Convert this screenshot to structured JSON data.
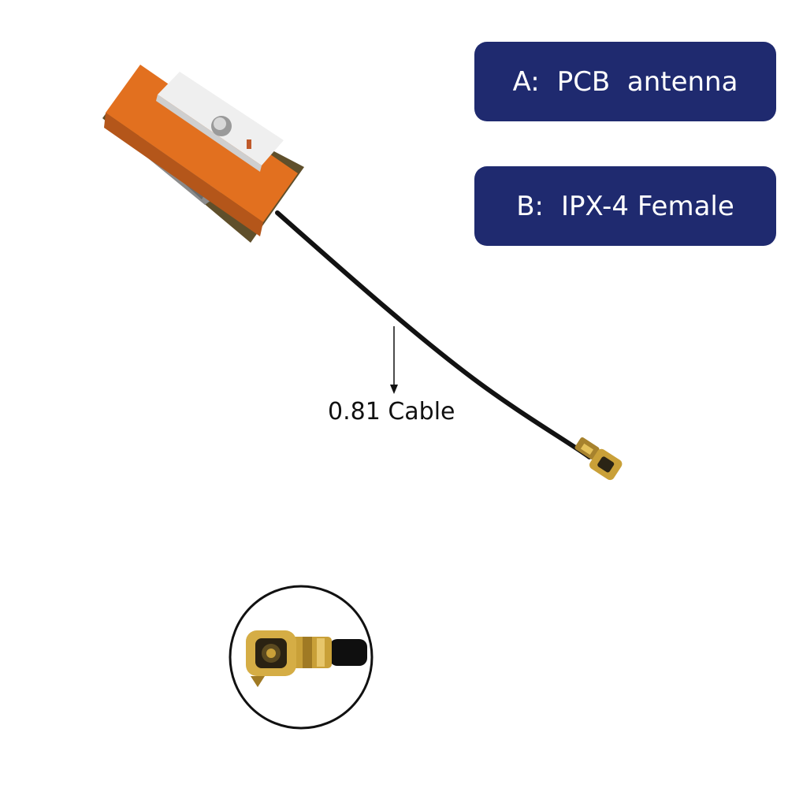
{
  "colors": {
    "label_bg": "#1f2a6f",
    "label_text": "#ffffff",
    "antenna_orange": "#e2701f",
    "cable": "#121212",
    "connector_gold": "#c9a038"
  },
  "labels": {
    "a": {
      "prefix": "A:",
      "text": "PCB  antenna"
    },
    "b": {
      "prefix": "B:",
      "text": "IPX-4 Female"
    }
  },
  "cable_label": "0.81 Cable",
  "icons": {
    "antenna": "pcb-antenna-icon",
    "connector": "ipx-connector-icon",
    "zoom": "connector-zoom-icon",
    "arrow": "arrow-down-icon"
  }
}
